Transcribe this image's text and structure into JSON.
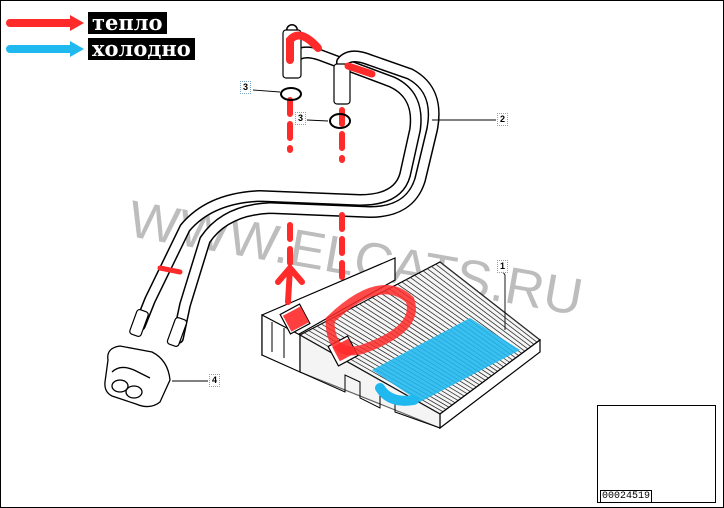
{
  "legend": {
    "warm_label": "тепло",
    "cold_label": "холодно",
    "warm_color": "#ff2a2a",
    "cold_color": "#1fb8ef"
  },
  "callouts": {
    "heater_core": "1",
    "hoses": "2",
    "oring_left": "3",
    "oring_right": "3",
    "grommet": "4"
  },
  "watermark": "WWW.ELCATS.RU",
  "inset": {
    "diagram_number": "00024519"
  },
  "colors": {
    "line": "#000000",
    "warm_flow": "#ff2a2a",
    "cold_flow": "#1fb8ef",
    "watermark": "#b8b8b8"
  }
}
